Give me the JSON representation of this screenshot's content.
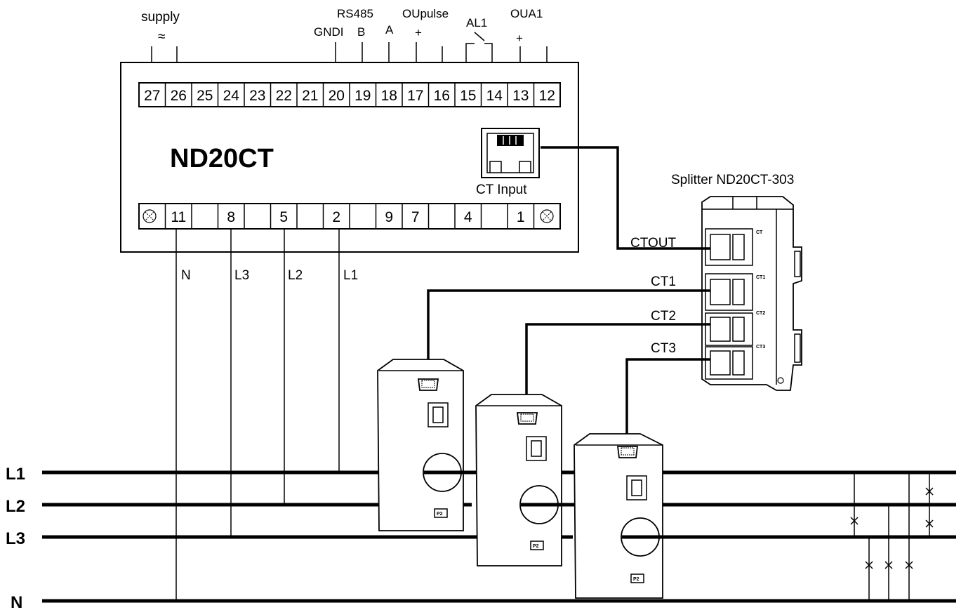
{
  "meter": {
    "title": "ND20CT",
    "ct_input_label": "CT Input",
    "top_terminals": [
      "27",
      "26",
      "25",
      "24",
      "23",
      "22",
      "21",
      "20",
      "19",
      "18",
      "17",
      "16",
      "15",
      "14",
      "13",
      "12"
    ],
    "bottom_terminals": [
      "11",
      "",
      "8",
      "",
      "5",
      "",
      "2",
      "",
      "9",
      "7",
      "",
      "4",
      "",
      "1"
    ]
  },
  "top_labels": {
    "supply": "supply",
    "supply_symbol": "≈",
    "rs485": "RS485",
    "gndi": "GNDI",
    "b": "B",
    "a": "A",
    "oupulse": "OUpulse",
    "oupulse_plus": "+",
    "al1": "AL1",
    "oua1": "OUA1",
    "oua1_plus": "+"
  },
  "phase_drop_labels": [
    "N",
    "L3",
    "L2",
    "L1"
  ],
  "splitter": {
    "title": "Splitter ND20CT-303",
    "ct_out": "CTOUT",
    "ports": [
      "CT1",
      "CT2",
      "CT3"
    ],
    "port_marks": [
      "CT",
      "CT1",
      "CT2",
      "CT3"
    ]
  },
  "buses": [
    "L1",
    "L2",
    "L3",
    "N"
  ],
  "transformer_mark": "P2"
}
